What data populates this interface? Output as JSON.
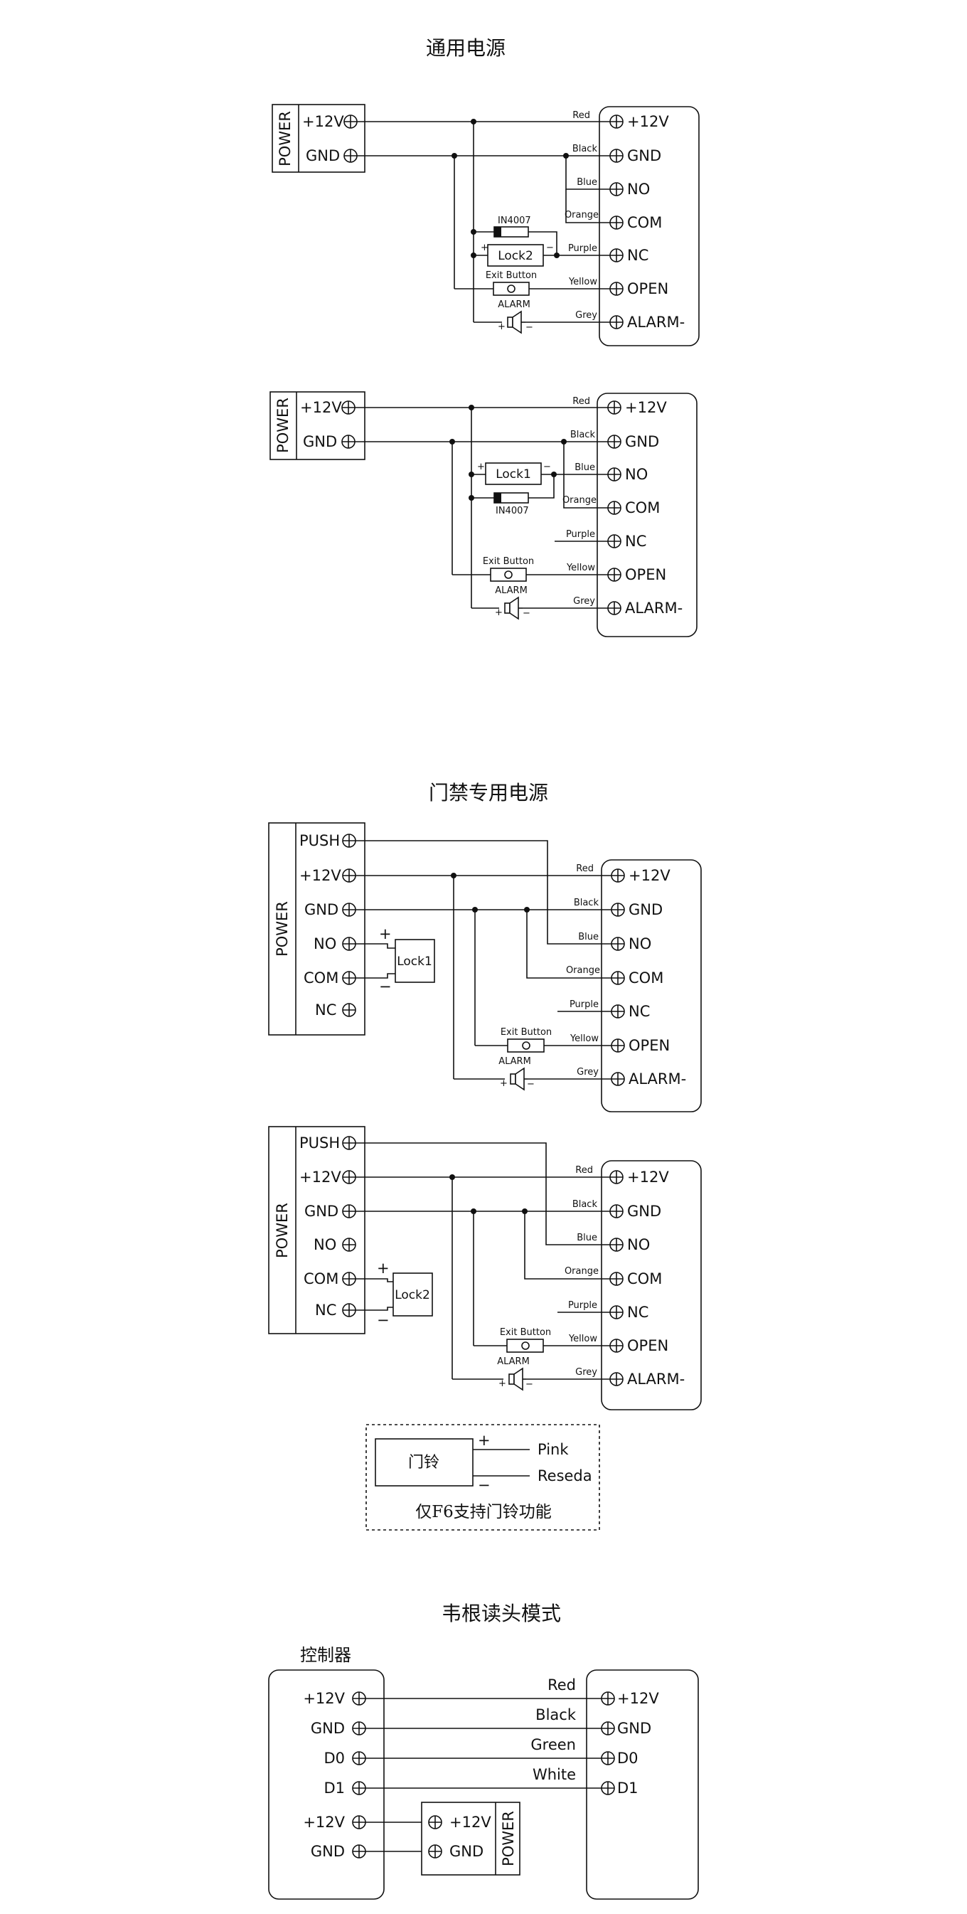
{
  "sections": {
    "general_title": "通用电源",
    "dedicated_title": "门禁专用电源",
    "wiegand_title": "韦根读头模式"
  },
  "power_label": "POWER",
  "terminals": {
    "push": "PUSH",
    "v12": "+12V",
    "gnd": "GND",
    "no": "NO",
    "com": "COM",
    "nc": "NC",
    "open": "OPEN",
    "alarm": "ALARM-",
    "d0": "D0",
    "d1": "D1"
  },
  "wires": {
    "red": "Red",
    "black": "Black",
    "blue": "Blue",
    "orange": "Orange",
    "purple": "Purple",
    "yellow": "Yellow",
    "grey": "Grey",
    "green": "Green",
    "white": "White",
    "pink": "Pink",
    "reseda": "Reseda"
  },
  "components": {
    "lock1": "Lock1",
    "lock2": "Lock2",
    "diode": "IN4007",
    "exit_button": "Exit Button",
    "alarm": "ALARM",
    "doorbell": "门铃",
    "plus": "+",
    "minus": "−"
  },
  "doorbell_note": "仅F6支持门铃功能",
  "controller_label": "控制器"
}
